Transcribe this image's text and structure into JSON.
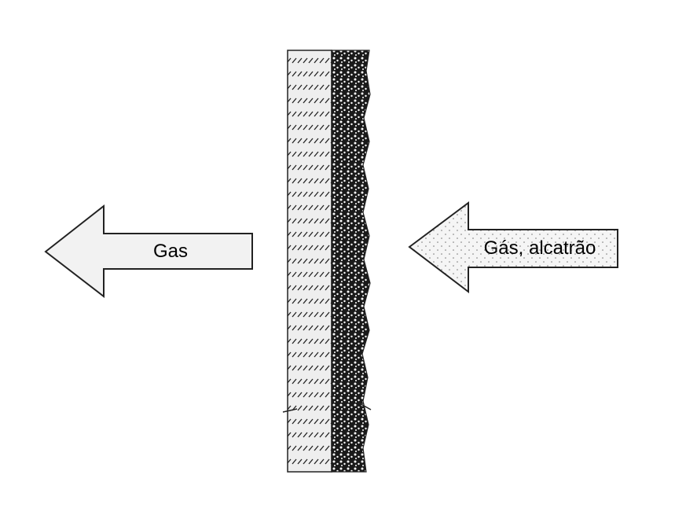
{
  "diagram": {
    "left_arrow": {
      "label": "Gas",
      "direction": "left",
      "fill": "#f2f2f2"
    },
    "right_arrow": {
      "label": "Gás, alcatrão",
      "direction": "left",
      "fill": "#f5f5f5"
    },
    "wall": {
      "layers": [
        {
          "name": "filter-medium",
          "pattern": "diagonal-hatch",
          "fill": "#eeeeee"
        },
        {
          "name": "dust-cake",
          "pattern": "granular",
          "fill": "#1a1a1a"
        }
      ]
    },
    "stroke_color": "#222222"
  }
}
